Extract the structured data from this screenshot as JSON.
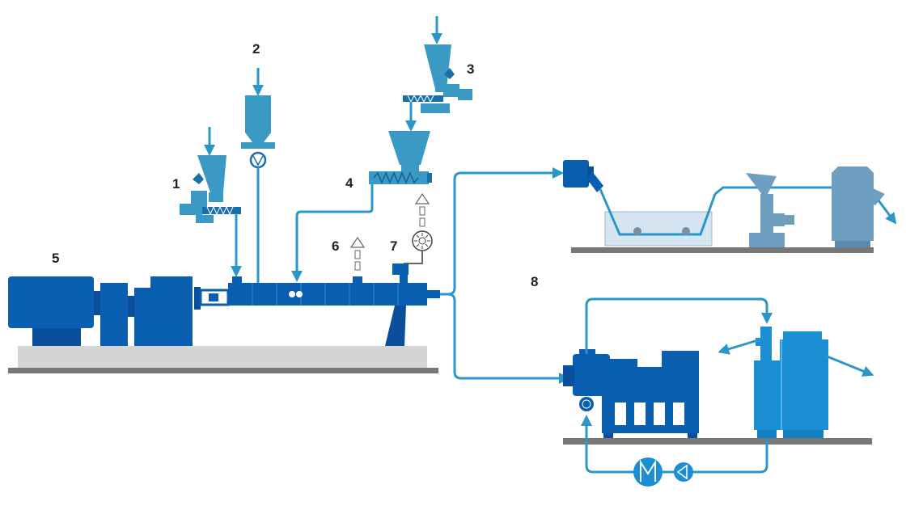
{
  "labels": {
    "l1": "1",
    "l2": "2",
    "l3": "3",
    "l4": "4",
    "l5": "5",
    "l6": "6",
    "l7": "7",
    "l8": "8"
  },
  "colors": {
    "machine_blue": "#0a5eb0",
    "dark_blue": "#0b4e99",
    "feeder_blue": "#3a9ac4",
    "pipe_blue": "#2a97c8",
    "mid_blue": "#1a7fc9",
    "grey_unit": "#6e9ec0",
    "floor_light": "#d4d4d4",
    "floor_dark": "#777777"
  }
}
